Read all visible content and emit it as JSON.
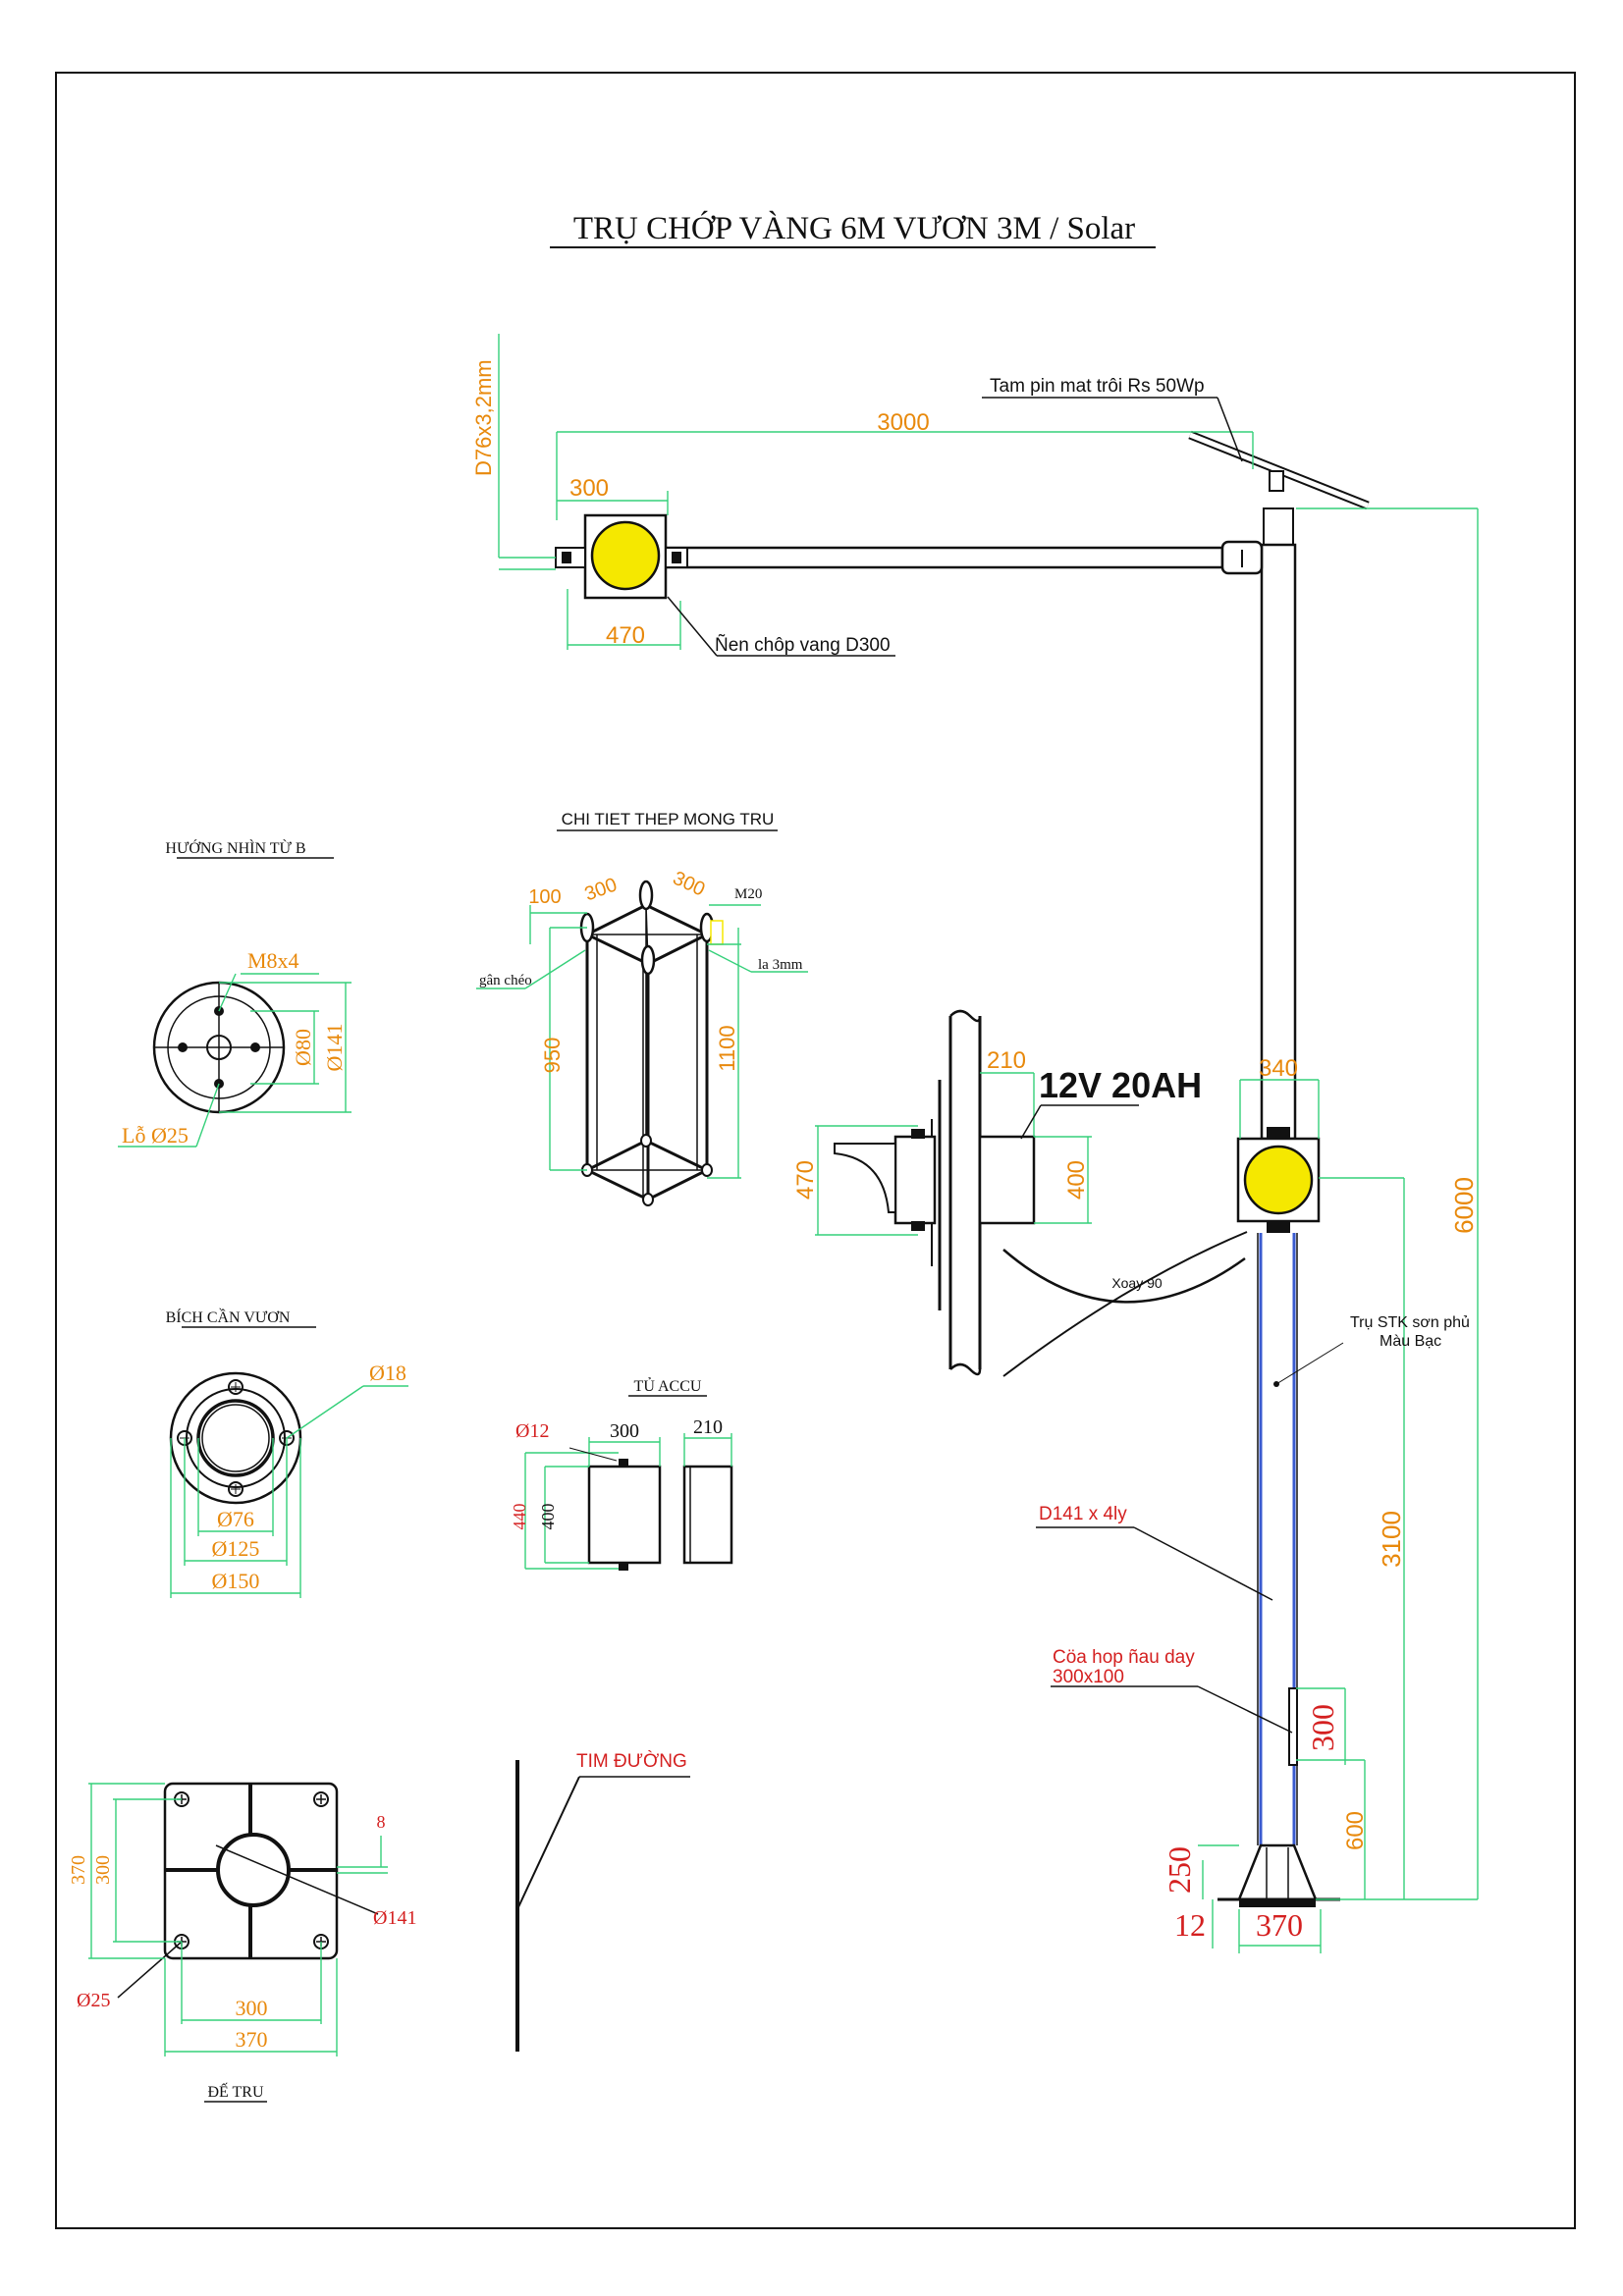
{
  "title": "TRỤ CHỚP VÀNG 6M VƯƠN 3M / Solar",
  "colors": {
    "dimension": "#e8890c",
    "red_label": "#d42020",
    "dim_line": "#35d07a",
    "lamp": "#f5e800",
    "pole_blue": "#3a5bd0",
    "line": "#111111"
  },
  "main_view": {
    "pipe_label": "D76x3,2mm",
    "solar_panel_label": "Tam pin mat trôi Rs 50Wp",
    "arm_length": "3000",
    "lamp_width": "300",
    "lamp_box": "470",
    "lamp_label": "Ñen chôp vang D300",
    "lower_lamp_width": "340",
    "height_total": "6000",
    "height_mid": "3100",
    "height_door": "600",
    "door_height": "300",
    "base_250": "250",
    "base_12": "12",
    "base_370": "370",
    "pole_label_1": "Trụ STK sơn phủ",
    "pole_label_2": "Màu Bạc",
    "pole_spec": "D141 x 4ly",
    "door_label_1": "Cöa hop ñau day",
    "door_label_2": "300x100"
  },
  "view_b": {
    "title": "HƯỚNG NHÌN TỪ B",
    "bolt": "M8x4",
    "d80": "Ø80",
    "d141": "Ø141",
    "hole": "Lỗ Ø25"
  },
  "foundation": {
    "title": "CHI TIET THEP MONG TRU",
    "d100": "100",
    "d300a": "300",
    "d300b": "300",
    "bolt": "M20",
    "rib": "gân chéo",
    "plate": "la 3mm",
    "h950": "950",
    "h1100": "1100"
  },
  "battery": {
    "label": "12V 20AH",
    "w210": "210",
    "h470": "470",
    "h400": "400",
    "rotate": "Xoay 90"
  },
  "flange": {
    "title": "BÍCH CẦN VƯƠN",
    "d18": "Ø18",
    "d76": "Ø76",
    "d125": "Ø125",
    "d150": "Ø150"
  },
  "accu_box": {
    "title": "TỦ ACCU",
    "d12": "Ø12",
    "w300": "300",
    "w210": "210",
    "h440": "440",
    "h400": "400"
  },
  "road": {
    "label": "TIM ĐƯỜNG"
  },
  "base_plate": {
    "title": "ĐẾ TRU",
    "h370": "370",
    "h300": "300",
    "t8": "8",
    "d141": "Ø141",
    "d25": "Ø25",
    "w300": "300",
    "w370": "370"
  }
}
